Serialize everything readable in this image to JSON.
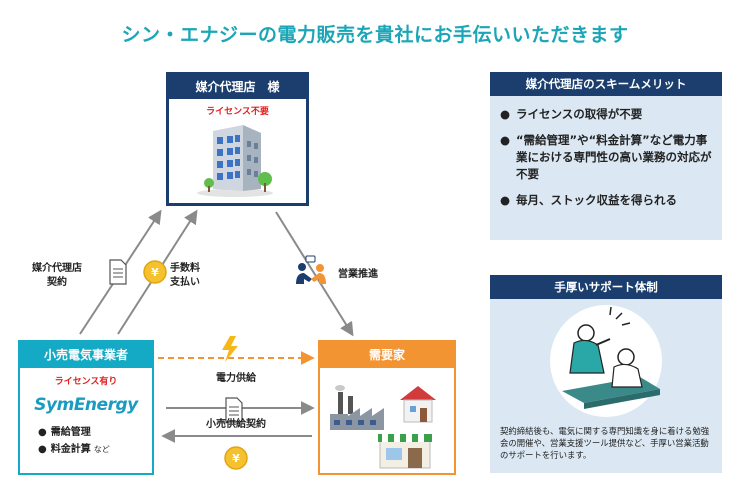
{
  "title": "シン・エナジーの電力販売を貴社にお手伝いいただきます",
  "agency": {
    "title": "媒介代理店　様",
    "license": "ライセンス不要"
  },
  "retailer": {
    "title": "小売電気事業者",
    "license": "ライセンス有り",
    "logo": "SymEnergy",
    "items": [
      {
        "bullet": "●",
        "text": "需給管理",
        "suffix": ""
      },
      {
        "bullet": "●",
        "text": "料金計算",
        "suffix": "など"
      }
    ]
  },
  "customer": {
    "title": "需要家"
  },
  "flows": {
    "contract": "媒介代理店\n契約",
    "fee": "手数料\n支払い",
    "sales": "営業推進",
    "power_supply": "電力供給",
    "supply_contract": "小売供給契約"
  },
  "merit": {
    "title": "媒介代理店のスキームメリット",
    "items": [
      "ライセンスの取得が不要",
      "“需給管理”や“料金計算”など電力事業における専門性の高い業務の対応が不要",
      "毎月、ストック収益を得られる"
    ],
    "bullet": "●"
  },
  "support": {
    "title": "手厚いサポート体制",
    "description": "契約締結後も、電気に関する専門知識を身に着ける勉強会の開催や、営業支援ツール提供など、手厚い営業活動のサポートを行います。"
  },
  "colors": {
    "navy": "#1b3e6e",
    "teal": "#14a9c4",
    "orange": "#f39433",
    "title": "#1aa6b7",
    "panel": "#dbe8f4",
    "red": "#e02020"
  }
}
